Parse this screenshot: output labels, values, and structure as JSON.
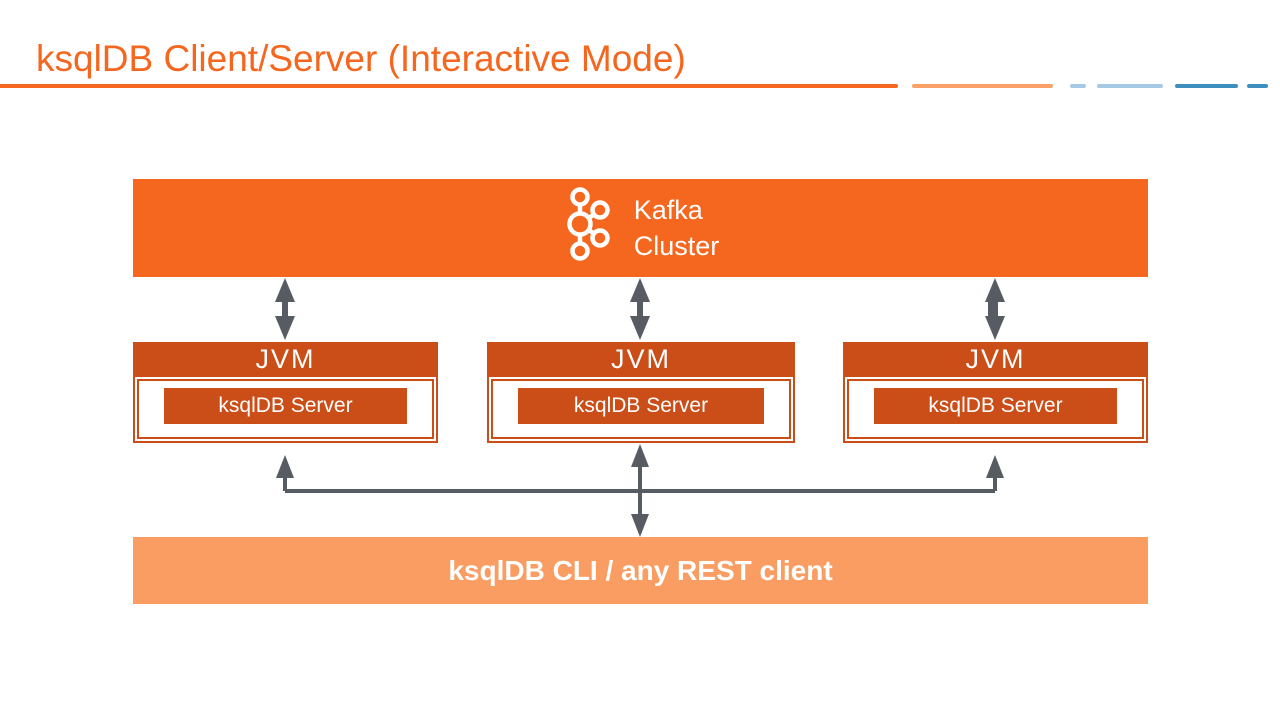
{
  "slide": {
    "title": "ksqlDB Client/Server (Interactive Mode)"
  },
  "diagram": {
    "kafka_cluster": {
      "icon": "kafka-logo-icon",
      "label_line1": "Kafka",
      "label_line2": "Cluster"
    },
    "jvm_nodes": [
      {
        "title": "JVM",
        "server_label": "ksqlDB Server"
      },
      {
        "title": "JVM",
        "server_label": "ksqlDB Server"
      },
      {
        "title": "JVM",
        "server_label": "ksqlDB Server"
      }
    ],
    "client_bar": {
      "label": "ksqlDB CLI / any REST client"
    }
  },
  "colors": {
    "accent_orange": "#F5661E",
    "dark_orange": "#CB4D17",
    "light_orange": "#F99D63",
    "pale_orange_dash": "#F9A168",
    "light_blue_dash": "#A5C9E5",
    "teal_dash": "#3D90BE",
    "arrow_gray": "#575C63",
    "text_white": "#FFFFFF",
    "background": "#FFFFFF"
  }
}
